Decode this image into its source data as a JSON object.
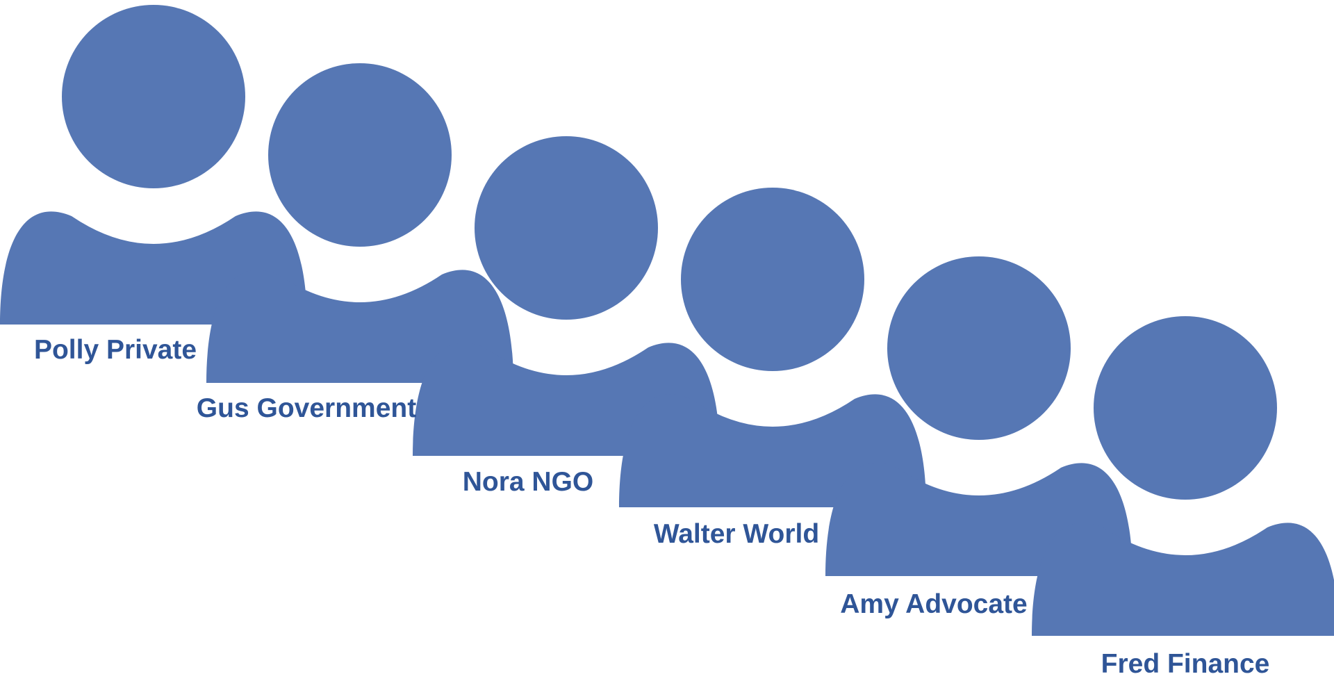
{
  "people": [
    {
      "name": "Polly Private"
    },
    {
      "name": "Gus Government"
    },
    {
      "name": "Nora NGO"
    },
    {
      "name": "Walter World"
    },
    {
      "name": "Amy Advocate"
    },
    {
      "name": "Fred Finance"
    }
  ],
  "colors": {
    "figure": "#5677b4",
    "label": "#2f5597",
    "background": "#ffffff"
  },
  "icon": "person-icon"
}
